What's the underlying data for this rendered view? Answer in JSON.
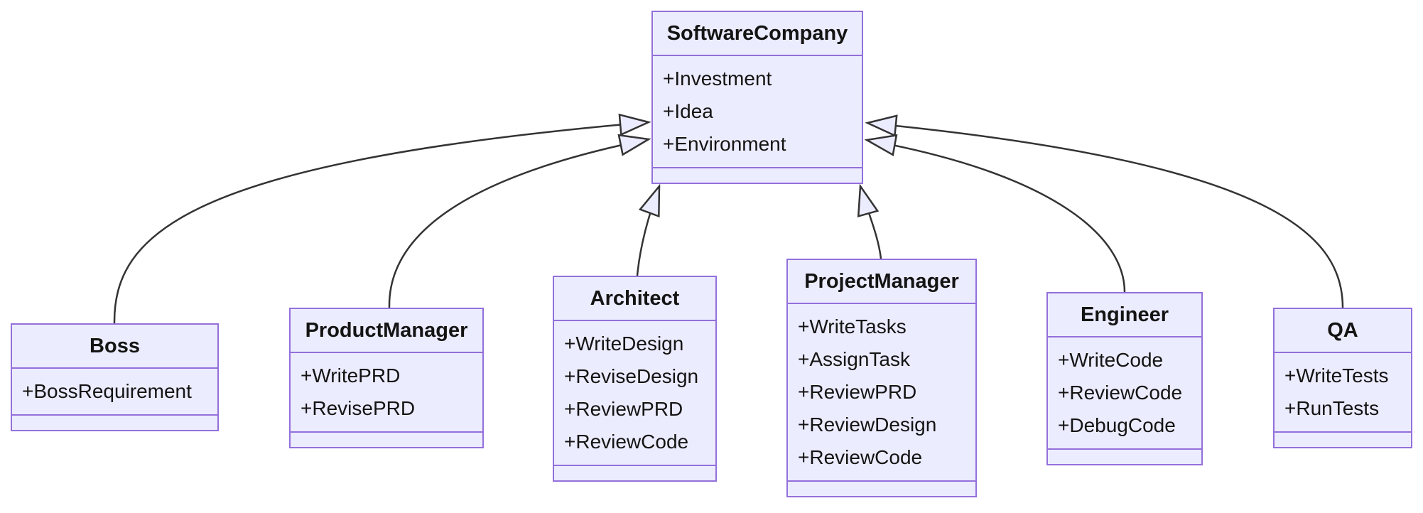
{
  "diagram": {
    "kind": "uml-class-diagram",
    "colors": {
      "node_fill": "#ECECFF",
      "node_border": "#9370DB",
      "edge_line": "#333333",
      "text": "#141414",
      "background": "#ffffff"
    },
    "classes": [
      {
        "name": "SoftwareCompany",
        "members": [
          "+Investment",
          "+Idea",
          "+Environment"
        ]
      },
      {
        "name": "Boss",
        "members": [
          "+BossRequirement"
        ]
      },
      {
        "name": "ProductManager",
        "members": [
          "+WritePRD",
          "+RevisePRD"
        ]
      },
      {
        "name": "Architect",
        "members": [
          "+WriteDesign",
          "+ReviseDesign",
          "+ReviewPRD",
          "+ReviewCode"
        ]
      },
      {
        "name": "ProjectManager",
        "members": [
          "+WriteTasks",
          "+AssignTask",
          "+ReviewPRD",
          "+ReviewDesign",
          "+ReviewCode"
        ]
      },
      {
        "name": "Engineer",
        "members": [
          "+WriteCode",
          "+ReviewCode",
          "+DebugCode"
        ]
      },
      {
        "name": "QA",
        "members": [
          "+WriteTests",
          "+RunTests"
        ]
      }
    ],
    "relations": [
      {
        "from": "Boss",
        "to": "SoftwareCompany",
        "type": "inheritance"
      },
      {
        "from": "ProductManager",
        "to": "SoftwareCompany",
        "type": "inheritance"
      },
      {
        "from": "Architect",
        "to": "SoftwareCompany",
        "type": "inheritance"
      },
      {
        "from": "ProjectManager",
        "to": "SoftwareCompany",
        "type": "inheritance"
      },
      {
        "from": "Engineer",
        "to": "SoftwareCompany",
        "type": "inheritance"
      },
      {
        "from": "QA",
        "to": "SoftwareCompany",
        "type": "inheritance"
      }
    ]
  }
}
